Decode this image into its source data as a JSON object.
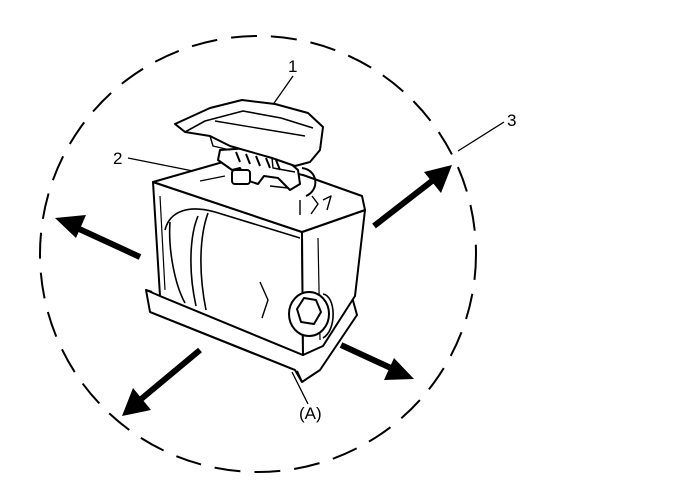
{
  "labels": {
    "one": "1",
    "two": "2",
    "three": "3",
    "a": "(A)"
  },
  "colors": {
    "ink": "#000000",
    "paper": "#ffffff"
  },
  "icons": [
    "arrow-left-icon",
    "arrow-upper-right-icon",
    "arrow-lower-left-icon",
    "arrow-lower-right-icon"
  ]
}
